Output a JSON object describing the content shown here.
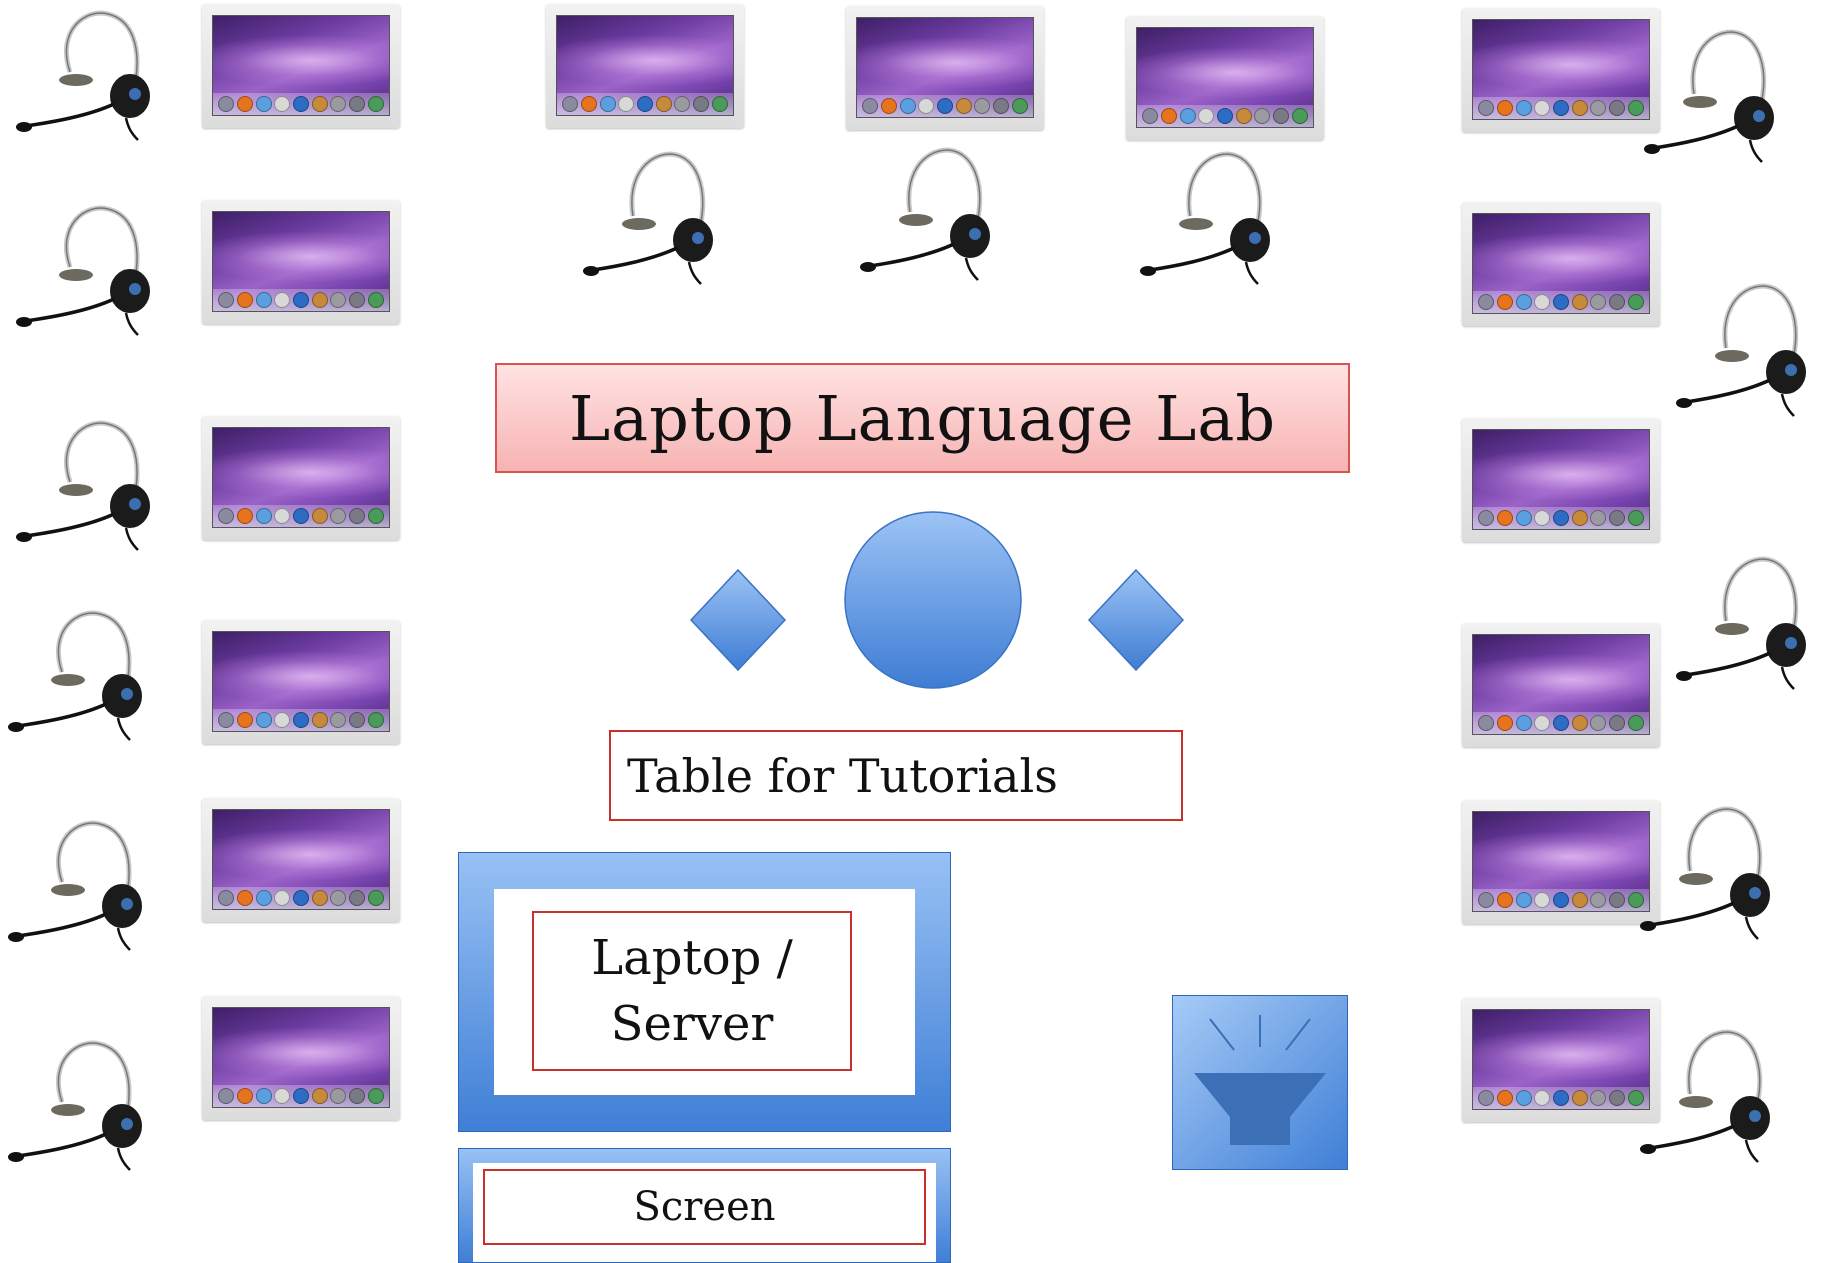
{
  "title": "Laptop Language Lab",
  "tutorial_table": {
    "label": "Table for Tutorials"
  },
  "server": {
    "line1": "Laptop /",
    "line2": "Server"
  },
  "screen": {
    "label": "Screen"
  },
  "colors": {
    "title_fill": "#f7b3b3",
    "title_border": "#d9534f",
    "label_border": "#c9302c",
    "shape_blue": "#5b93e0",
    "frame_blue": "#3f7fd6",
    "wallpaper_purple": "#7a45b0"
  },
  "icons": {
    "workstation": "laptop-icon",
    "audio": "headset-icon",
    "teacher": "circle-shape",
    "assistant": "diamond-shape",
    "projector": "projector-icon"
  }
}
